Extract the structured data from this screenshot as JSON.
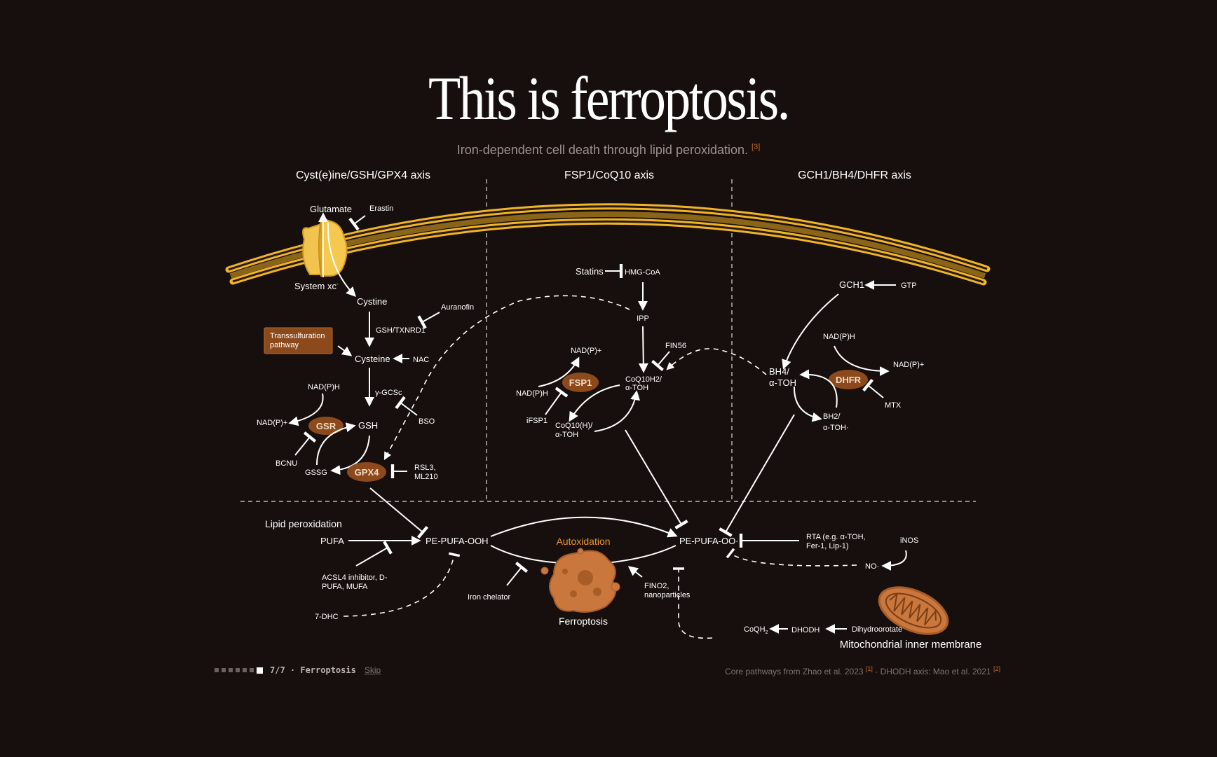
{
  "title": "This is ferroptosis.",
  "subtitle": "Iron-dependent cell death through lipid peroxidation.",
  "subtitle_ref": "[3]",
  "axes": {
    "gsh": "Cyst(e)ine/GSH/GPX4 axis",
    "fsp1": "FSP1/CoQ10 axis",
    "gch1": "GCH1/BH4/DHFR axis"
  },
  "labels": {
    "glutamate": "Glutamate",
    "erastin": "Erastin",
    "system_xc": "System xc",
    "system_xc_sup": "-",
    "cystine": "Cystine",
    "auranofin": "Auranofin",
    "gsh_txnrd1": "GSH/TXNRD1",
    "transsulfuration_1": "Transsulfuration",
    "transsulfuration_2": "pathway",
    "cysteine": "Cysteine",
    "nac": "NAC",
    "gamma_gcsc": "γ-GCSc",
    "bso": "BSO",
    "nadph_left": "NAD(P)H",
    "nadp_left": "NAD(P)+",
    "gsr": "GSR",
    "gsh": "GSH",
    "bcnu": "BCNU",
    "gssg": "GSSG",
    "gpx4": "GPX4",
    "rsl3_1": "RSL3,",
    "rsl3_2": "ML210",
    "statins": "Statins",
    "hmg_coa": "HMG-CoA",
    "ipp": "IPP",
    "fin56": "FIN56",
    "nadp_mid": "NAD(P)+",
    "fsp1": "FSP1",
    "nadph_mid": "NAD(P)H",
    "ifsp1": "iFSP1",
    "coq10h2_1": "CoQ10H2/",
    "coq10h2_2": "α-TOH",
    "coq10h_1": "CoQ10(H)/",
    "coq10h_2": "α-TOH",
    "gch1": "GCH1",
    "gtp": "GTP",
    "nadph_right": "NAD(P)H",
    "nadp_right": "NAD(P)+",
    "bh4_1": "BH4/",
    "bh4_2": "α-TOH",
    "dhfr": "DHFR",
    "mtx": "MTX",
    "bh2_1": "BH2/",
    "bh2_2": "α-TOH·",
    "lipid_peroxidation": "Lipid peroxidation",
    "pufa": "PUFA",
    "pe_pufa_ooh": "PE-PUFA-OOH",
    "autoxidation": "Autoxidation",
    "pe_pufa_oo": "PE-PUFA-OO·",
    "rta_1": "RTA (e.g. α-TOH,",
    "rta_2": "Fer-1, Lip-1)",
    "inos": "iNOS",
    "no": "NO·",
    "acsl4_1": "ACSL4 inhibitor, D-",
    "acsl4_2": "PUFA, MUFA",
    "iron_chelator": "Iron chelator",
    "fino2_1": "FINO2,",
    "fino2_2": "nanoparticles",
    "seven_dhc": "7-DHC",
    "ferroptosis": "Ferroptosis",
    "coqh2": "CoQH",
    "coqh2_sub": "2",
    "dhodh": "DHODH",
    "dihydroorotate": "Dihydroorotate",
    "mito": "Mitochondrial inner membrane"
  },
  "footer": {
    "progress": "7/7 · Ferroptosis",
    "skip": "Skip",
    "citation_a": "Core pathways from Zhao et al. 2023",
    "ref_a": "[1]",
    "citation_b": " · DHODH axis: Mao et al. 2021",
    "ref_b": "[2]"
  },
  "colors": {
    "background": "#170f0d",
    "membrane": "#f0b429",
    "enzyme": "#8c4a1c",
    "accent": "#d8862f"
  }
}
